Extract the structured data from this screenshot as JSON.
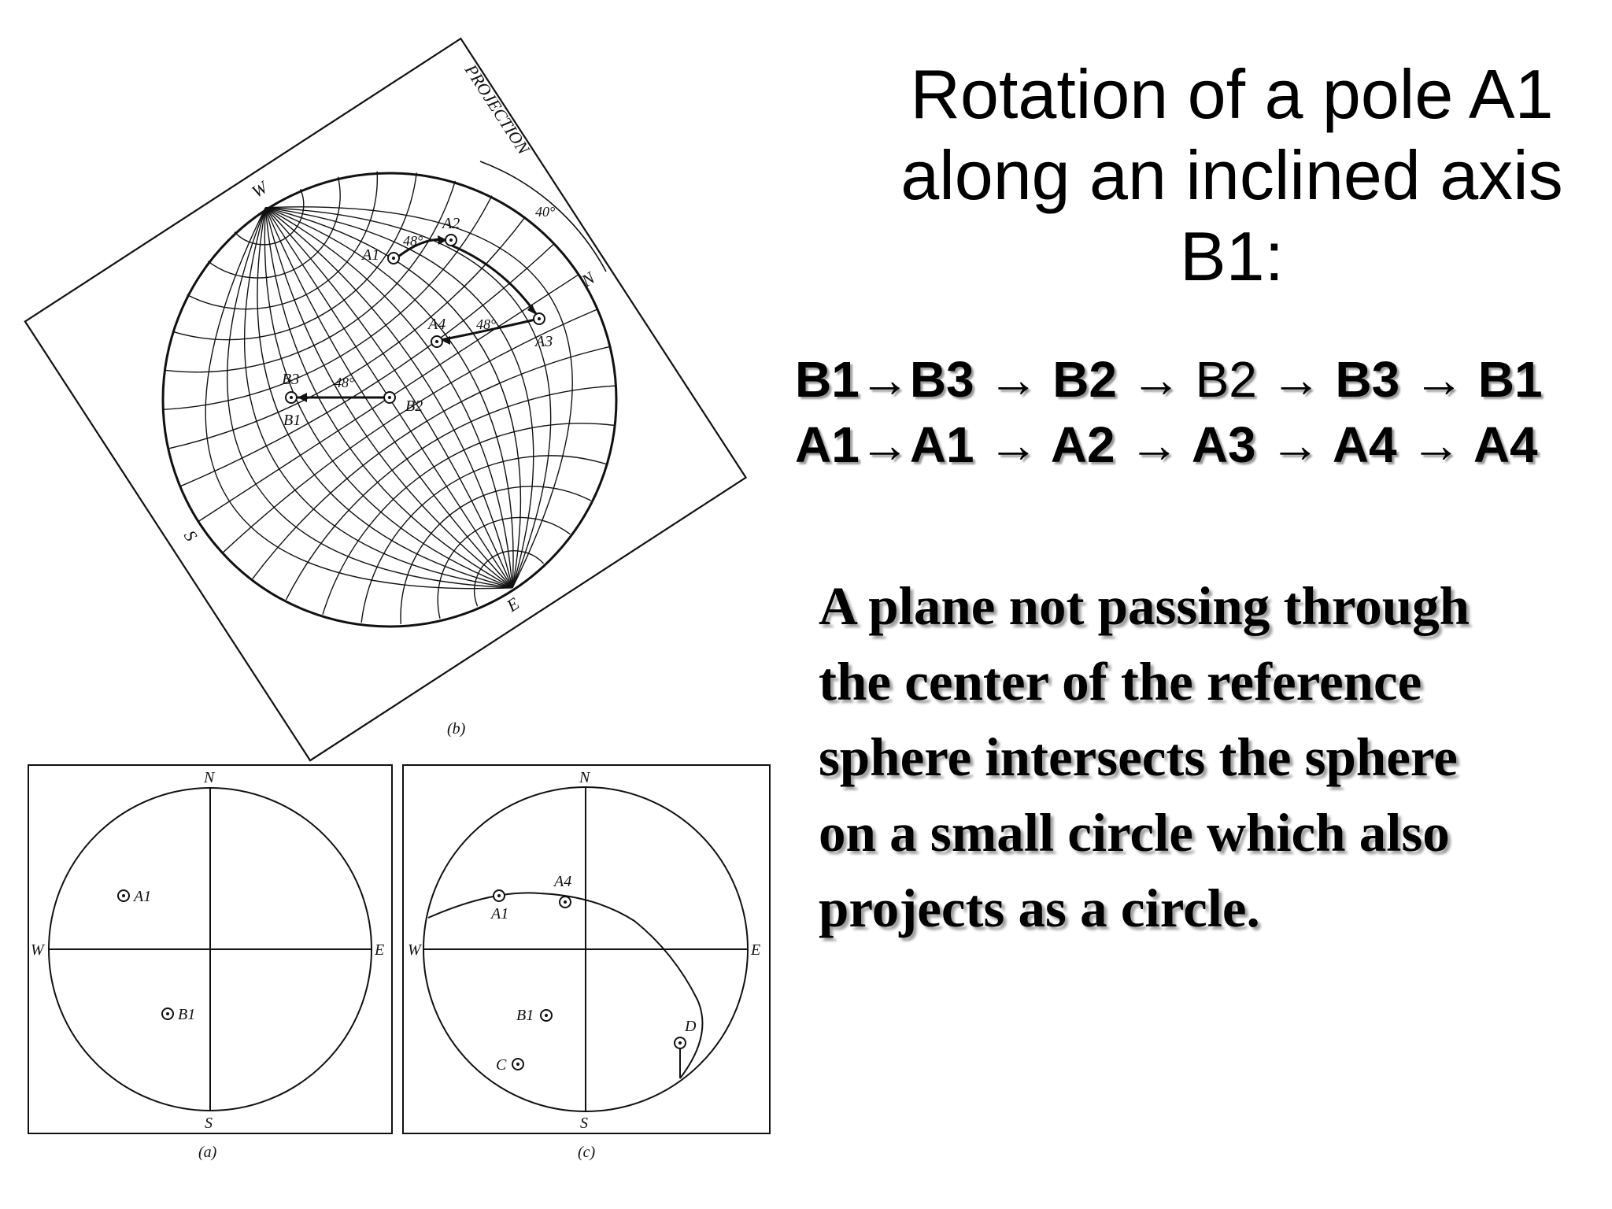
{
  "title": {
    "line1": "Rotation of a pole A1",
    "line2": "along an inclined axis",
    "line3": "B1:"
  },
  "sequence_b": [
    "B1",
    "B3",
    "B2",
    "B2",
    "B3",
    "B1"
  ],
  "sequence_a": [
    "A1",
    "A1",
    "A2",
    "A3",
    "A4",
    "A4"
  ],
  "arrow": "→",
  "paragraph": {
    "line1": "A plane not passing through",
    "line2": "the center of the reference",
    "line3": "sphere intersects the sphere",
    "line4": "on a small circle which also",
    "line5": "projects as a circle."
  },
  "figure_b": {
    "caption": "(b)",
    "projection_label": "PROJECTION",
    "angle_40": "40°",
    "angle_48_top": "48°",
    "angle_48_mid": "48°",
    "angle_48_left": "48°",
    "dir_w": "W",
    "dir_n": "N",
    "dir_s": "S",
    "dir_e": "E",
    "pole_a1": "A1",
    "pole_a2": "A2",
    "pole_a3": "A3",
    "pole_a4": "A4",
    "pole_b1": "B1",
    "pole_b2": "B2",
    "pole_b3": "B3"
  },
  "figure_a": {
    "caption": "(a)",
    "n": "N",
    "s": "S",
    "w": "W",
    "e": "E",
    "a1": "A1",
    "b1": "B1"
  },
  "figure_c": {
    "caption": "(c)",
    "n": "N",
    "s": "S",
    "w": "W",
    "e": "E",
    "a1": "A1",
    "a4": "A4",
    "b1": "B1",
    "c": "C",
    "d": "D"
  }
}
